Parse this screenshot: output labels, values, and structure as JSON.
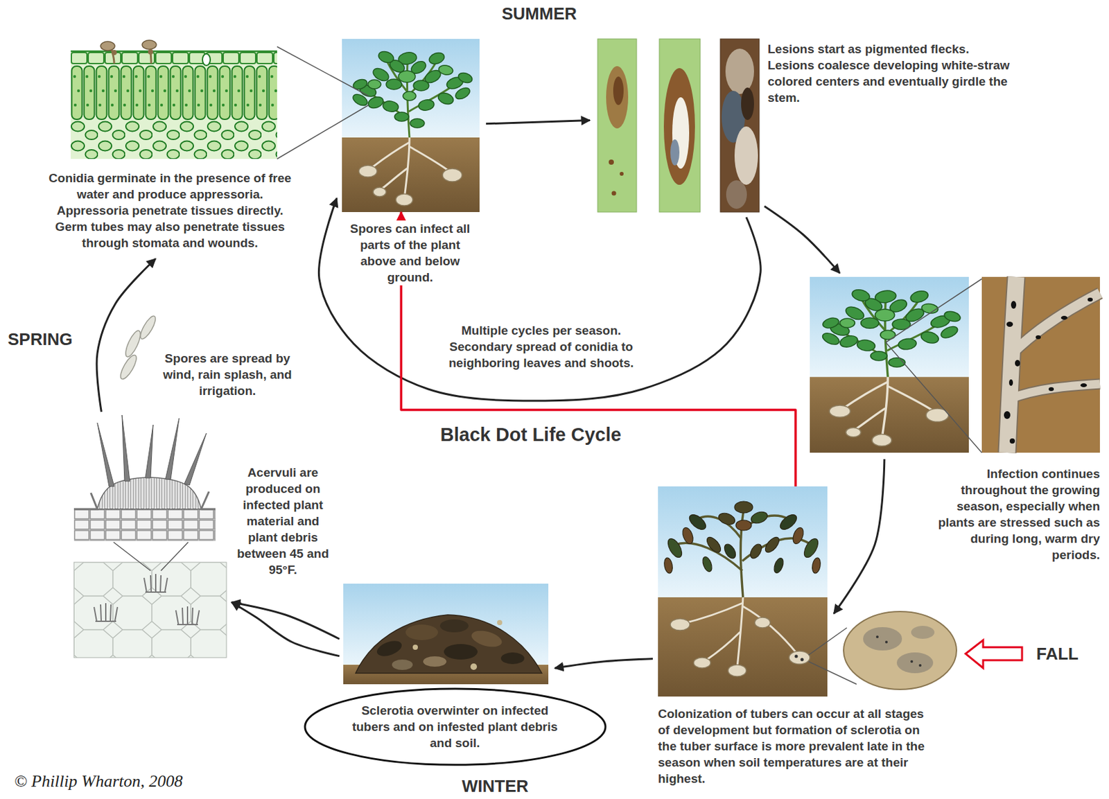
{
  "diagram": {
    "title": "Black Dot Life Cycle",
    "nodes": [
      {
        "text": [
          "Conidia germinate in the presence of free water and produce appressoria. Appressoria penetrate tissues directly. Germ tubes may also penetrate tissues through stomata and wounds."
        ]
      },
      {
        "text": [
          "Spores can infect all parts of the plant above and below ground."
        ]
      },
      {
        "text": [
          "Lesions start as pigmented flecks. Lesions coalesce developing white-straw colored centers and eventually girdle the stem."
        ]
      },
      {
        "text": [
          "Infection continues throughout the growing season, especially when plants are stressed such as during long, warm dry periods."
        ]
      },
      {
        "text": [
          "Colonization of tubers can occur at all stages of development but formation of sclerotia on the tuber surface is more prevalent late in the season when soil temperatures are at their highest."
        ]
      },
      {
        "text": [
          "Sclerotia overwinter on infected tubers and on infested plant debris and soil."
        ]
      },
      {
        "text": [
          "Acervuli are produced on infected plant material and plant debris between 45 and 95°F."
        ]
      }
    ],
    "edges": [
      {
        "from": 1,
        "to": 2,
        "arrow": "to"
      },
      {
        "from": 2,
        "to": 3,
        "arrow": "to"
      },
      {
        "from": 3,
        "to": 4,
        "arrow": "to"
      },
      {
        "from": 4,
        "to": 5,
        "arrow": "to"
      },
      {
        "from": 5,
        "to": 6,
        "arrow": "to"
      },
      {
        "from": 5,
        "to": 6,
        "arrow": "to"
      },
      {
        "from": 6,
        "to": 0,
        "arrow": "to",
        "label": "Spores are spread by wind, rain splash, and irrigation."
      },
      {
        "from": 2,
        "to": 1,
        "arrow": "to",
        "label": "Multiple cycles per season. Secondary spread of conidia to neighboring leaves and shoots."
      },
      {
        "from": 4,
        "to": 1,
        "arrow": "to"
      }
    ],
    "labels": [
      "SUMMER",
      "SPRING",
      "WINTER",
      "FALL",
      "© Phillip Wharton, 2008"
    ]
  }
}
